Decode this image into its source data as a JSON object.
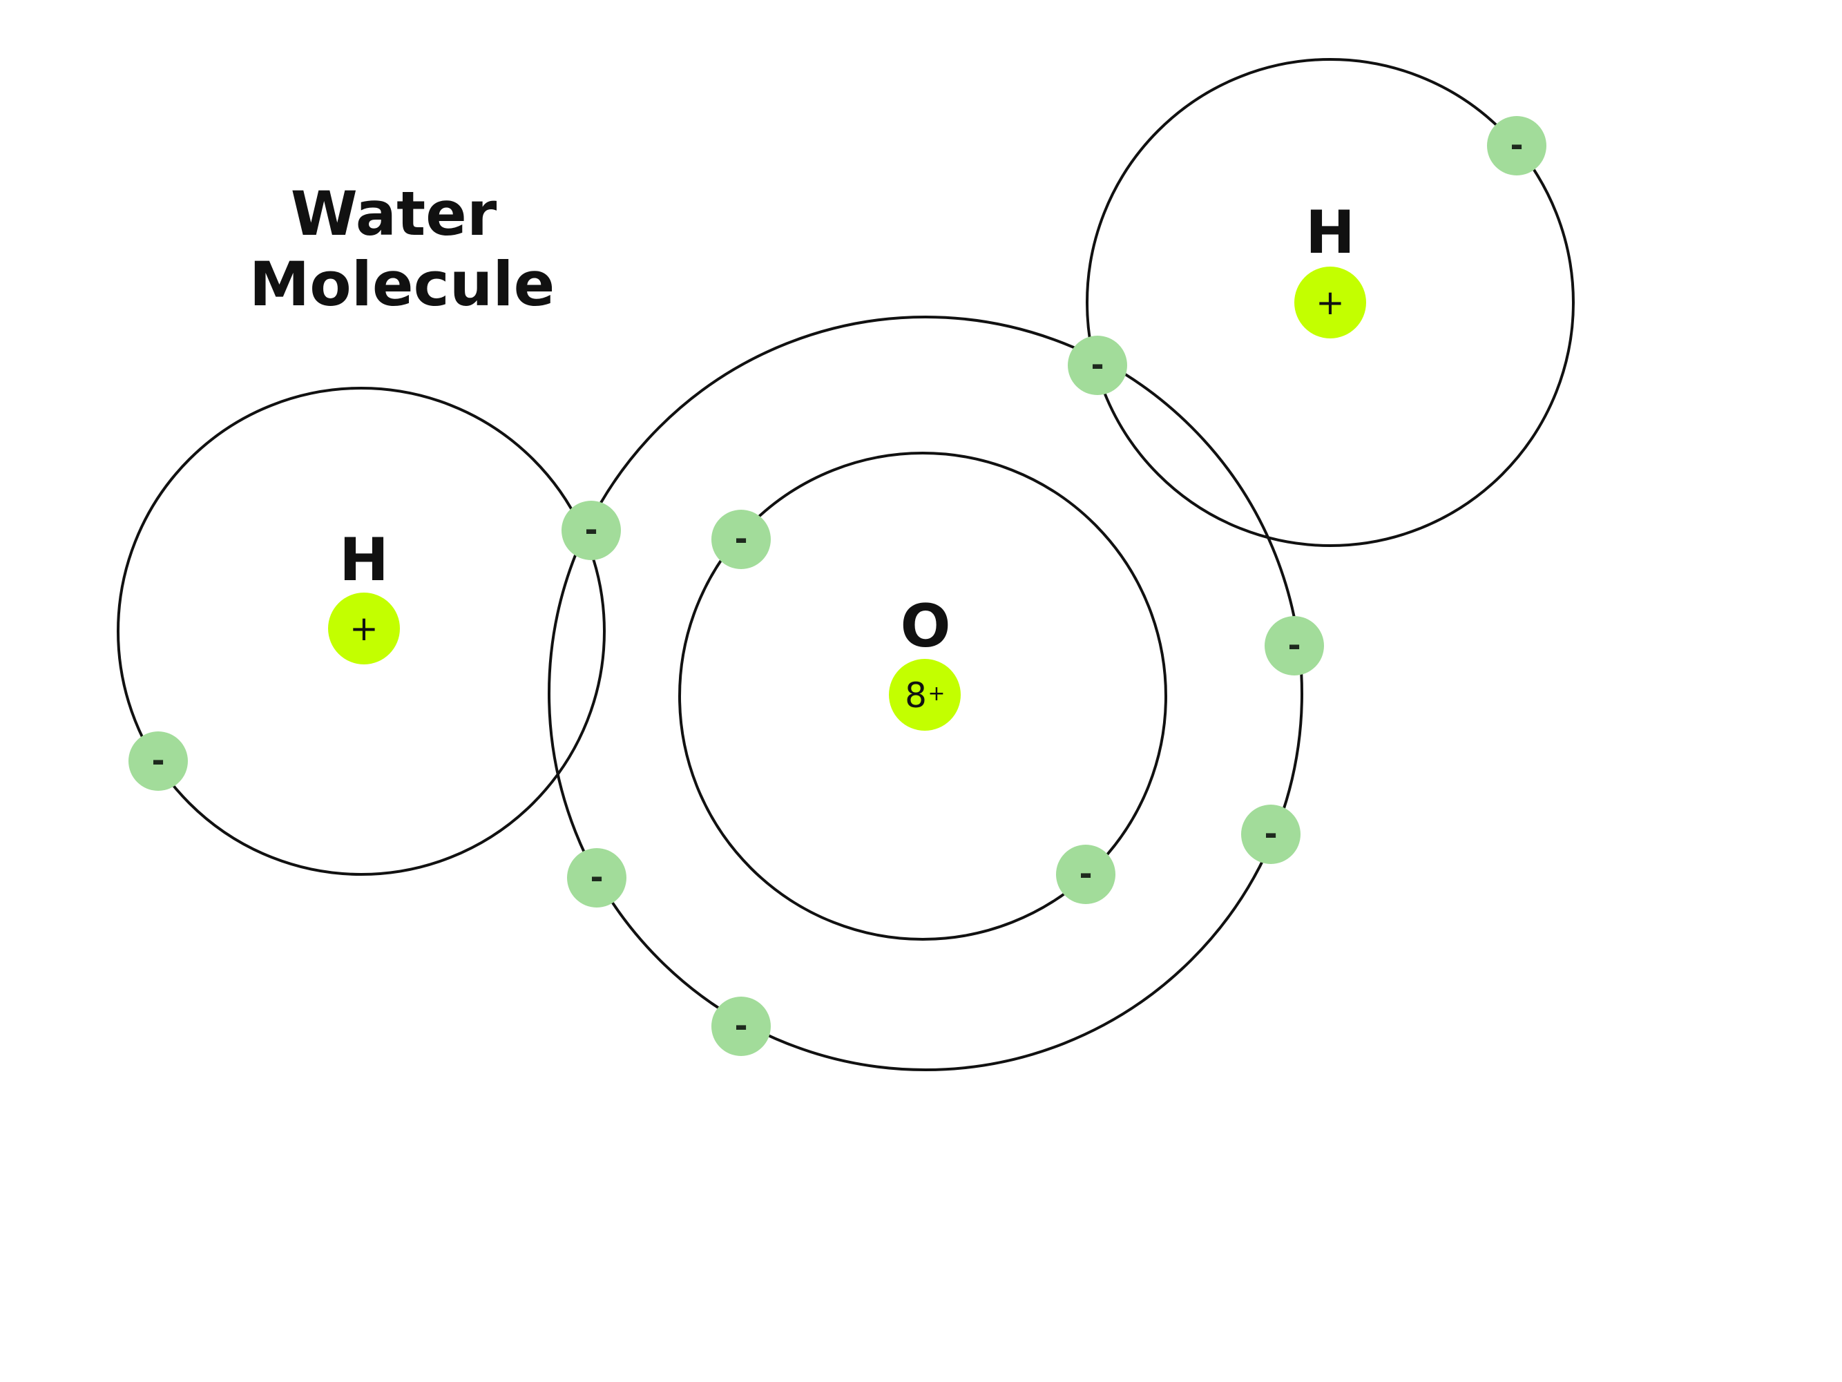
{
  "title": {
    "line1": "Water",
    "line2": "Molecule"
  },
  "colors": {
    "nucleus": "#c3ff00",
    "electron": "#a2dc9a",
    "shell": "#111111",
    "text": "#111111"
  },
  "atoms": {
    "hydrogen_left": {
      "symbol": "H",
      "nucleus_charge": "+",
      "electron_sign": "-"
    },
    "oxygen": {
      "symbol": "O",
      "nucleus_charge_number": "8",
      "nucleus_charge_sign": "+",
      "electron_sign": "-"
    },
    "hydrogen_right": {
      "symbol": "H",
      "nucleus_charge": "+",
      "electron_sign": "-"
    }
  }
}
